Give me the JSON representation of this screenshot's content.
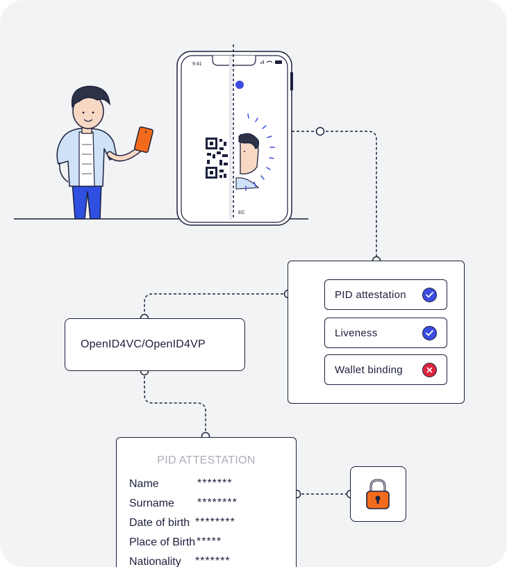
{
  "phone": {
    "status_time": "9:41",
    "bottom_label": "EC"
  },
  "checks": [
    {
      "label": "PID attestation",
      "status": "ok",
      "icon": "check-badge-icon"
    },
    {
      "label": "Liveness",
      "status": "ok",
      "icon": "check-badge-icon"
    },
    {
      "label": "Wallet binding",
      "status": "fail",
      "icon": "cross-badge-icon"
    }
  ],
  "protocol": {
    "label": "OpenID4VC/OpenID4VP"
  },
  "pid": {
    "title": "PID ATTESTATION",
    "fields": [
      {
        "label": "Name",
        "value": "*******"
      },
      {
        "label": "Surname",
        "value": "********"
      },
      {
        "label": "Date of birth",
        "value": "********"
      },
      {
        "label": "Place of Birth",
        "value": "*****"
      },
      {
        "label": "Nationality",
        "value": "*******"
      }
    ]
  },
  "colors": {
    "ink": "#1b1f3b",
    "accent_blue": "#3b4de0",
    "error_red": "#d9263d",
    "phone_orange": "#f26b1d",
    "lock_orange": "#f26b1d",
    "background": "#f2f3f5"
  }
}
